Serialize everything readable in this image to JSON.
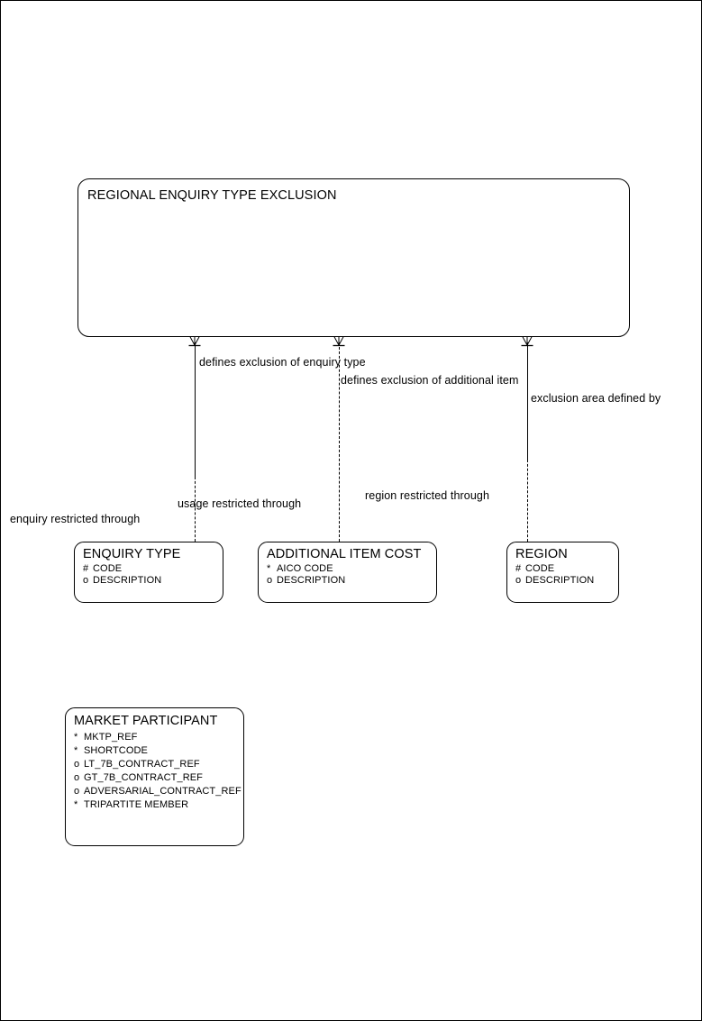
{
  "diagram": {
    "type": "entity-relationship-diagram",
    "title": "REGIONAL ENQUIRY TYPE EXCLUSION",
    "background_color": "#ffffff",
    "line_color": "#000000"
  },
  "entities": [
    {
      "id": "regional-enquiry-type-exclusion",
      "name": "REGIONAL ENQUIRY TYPE EXCLUSION",
      "attributes": []
    },
    {
      "id": "enquiry-type",
      "name": "ENQUIRY TYPE",
      "attributes": [
        {
          "marker": "#",
          "name": "CODE"
        },
        {
          "marker": "o",
          "name": "DESCRIPTION"
        }
      ]
    },
    {
      "id": "additional-item-cost",
      "name": "ADDITIONAL ITEM COST",
      "attributes": [
        {
          "marker": "*",
          "name": "AICO CODE"
        },
        {
          "marker": "o",
          "name": "DESCRIPTION"
        }
      ]
    },
    {
      "id": "region",
      "name": "REGION",
      "attributes": [
        {
          "marker": "#",
          "name": "CODE"
        },
        {
          "marker": "o",
          "name": "DESCRIPTION"
        }
      ]
    },
    {
      "id": "market-participant",
      "name": "MARKET PARTICIPANT",
      "attributes": [
        {
          "marker": "*",
          "name": "MKTP_REF"
        },
        {
          "marker": "*",
          "name": "SHORTCODE"
        },
        {
          "marker": "o",
          "name": "LT_7B_CONTRACT_REF"
        },
        {
          "marker": "o",
          "name": "GT_7B_CONTRACT_REF"
        },
        {
          "marker": "o",
          "name": "ADVERSARIAL_CONTRACT_REF"
        },
        {
          "marker": "*",
          "name": "TRIPARTITE MEMBER"
        }
      ]
    }
  ],
  "relationships": [
    {
      "id": "defines-exclusion-of-enquiry-type",
      "label": "defines exclusion of enquiry type",
      "from": "regional-enquiry-type-exclusion",
      "to": "enquiry-type"
    },
    {
      "id": "defines-exclusion-of-additional-item",
      "label": "defines exclusion of additional item",
      "from": "regional-enquiry-type-exclusion",
      "to": "additional-item-cost"
    },
    {
      "id": "exclusion-area-defined-by",
      "label": "exclusion area defined by",
      "from": "regional-enquiry-type-exclusion",
      "to": "region"
    },
    {
      "id": "enquiry-restricted-through",
      "label": "enquiry restricted through",
      "from": "enquiry-type",
      "to": "regional-enquiry-type-exclusion"
    },
    {
      "id": "usage-restricted-through",
      "label": "usage restricted through",
      "from": "additional-item-cost",
      "to": "regional-enquiry-type-exclusion"
    },
    {
      "id": "region-restricted-through",
      "label": "region restricted through",
      "from": "region",
      "to": "regional-enquiry-type-exclusion"
    }
  ]
}
